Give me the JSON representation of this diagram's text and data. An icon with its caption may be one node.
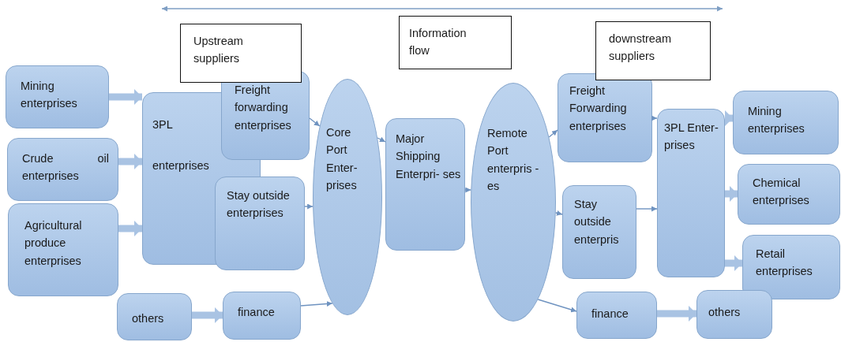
{
  "diagram": {
    "nodes": [
      {
        "text": [
          "Mining enterprises"
        ]
      },
      {
        "text": [
          "Crude oil enterprises"
        ]
      },
      {
        "text": [
          "Agricultural produce enterprises"
        ]
      },
      {
        "text": [
          "others"
        ]
      },
      {
        "text": [
          "3PL enterprises"
        ]
      },
      {
        "text": [
          "Freight forwarding enterprises"
        ]
      },
      {
        "text": [
          "Stay outside enterprises"
        ]
      },
      {
        "text": [
          "finance"
        ]
      },
      {
        "text": [
          "Core Port Enter- prises"
        ]
      },
      {
        "text": [
          "Major Shipping Enterpri- ses"
        ]
      },
      {
        "text": [
          "Remote Port enterpris -es"
        ]
      },
      {
        "text": [
          "Freight Forwarding enterprises"
        ]
      },
      {
        "text": [
          "Stay outside enterpris"
        ]
      },
      {
        "text": [
          "finance"
        ]
      },
      {
        "text": [
          "3PL Enter- prises"
        ]
      },
      {
        "text": [
          "Mining enterprises"
        ]
      },
      {
        "text": [
          "Chemical enterprises"
        ]
      },
      {
        "text": [
          "Retail enterprises"
        ]
      },
      {
        "text": [
          "others"
        ]
      },
      {
        "text": [
          "Upstream suppliers"
        ]
      },
      {
        "text": [
          "Information flow"
        ]
      },
      {
        "text": [
          "downstream suppliers"
        ]
      }
    ],
    "edges": [
      {
        "from": 0,
        "to": 4,
        "arrow": "to",
        "style": "thick",
        "color": "#a9c3e3"
      },
      {
        "from": 1,
        "to": 4,
        "arrow": "to",
        "style": "thick",
        "color": "#a9c3e3"
      },
      {
        "from": 2,
        "to": 4,
        "arrow": "to",
        "style": "thick",
        "color": "#a9c3e3"
      },
      {
        "from": 3,
        "to": 7,
        "arrow": "to",
        "style": "thick",
        "color": "#a9c3e3"
      },
      {
        "from": 5,
        "to": 8,
        "arrow": "to"
      },
      {
        "from": 6,
        "to": 8,
        "arrow": "to"
      },
      {
        "from": 7,
        "to": 8,
        "arrow": "to"
      },
      {
        "from": 8,
        "to": 9,
        "arrow": "to"
      },
      {
        "from": 9,
        "to": 10,
        "arrow": "to"
      },
      {
        "from": 10,
        "to": 11,
        "arrow": "to"
      },
      {
        "from": 10,
        "to": 12,
        "arrow": "to"
      },
      {
        "from": 10,
        "to": 13,
        "arrow": "to"
      },
      {
        "from": 11,
        "to": 14,
        "arrow": "to"
      },
      {
        "from": 12,
        "to": 14,
        "arrow": "to"
      },
      {
        "from": 14,
        "to": 15,
        "arrow": "to",
        "style": "thick",
        "color": "#a9c3e3"
      },
      {
        "from": 14,
        "to": 16,
        "arrow": "to",
        "style": "thick",
        "color": "#a9c3e3"
      },
      {
        "from": 14,
        "to": 17,
        "arrow": "to",
        "style": "thick",
        "color": "#a9c3e3"
      },
      {
        "from": 13,
        "to": 18,
        "arrow": "to",
        "style": "thick",
        "color": "#a9c3e3"
      }
    ]
  }
}
